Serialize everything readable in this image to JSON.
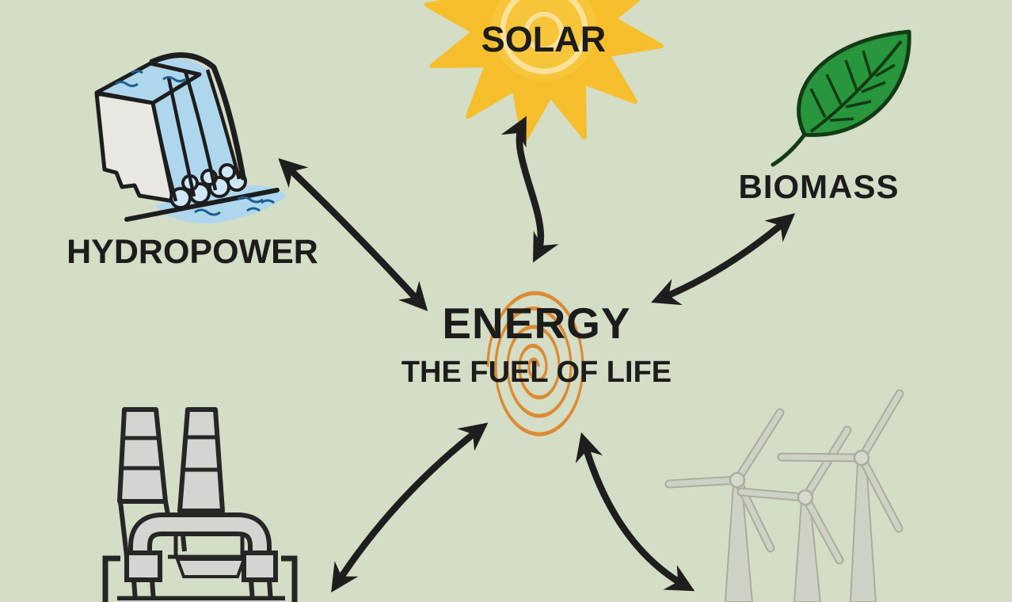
{
  "center": {
    "heading": "ENERGY",
    "subheading": "THE FUEL OF LIFE",
    "icon": "energy-spiral-icon"
  },
  "nodes": {
    "solar": {
      "label": "SOLAR",
      "icon": "sun-icon"
    },
    "biomass": {
      "label": "BIOMASS",
      "icon": "leaf-icon"
    },
    "hydropower": {
      "label": "HYDROPOWER",
      "icon": "dam-waterfall-icon"
    },
    "power_plant": {
      "icon": "power-plant-icon"
    },
    "wind": {
      "icon": "wind-turbines-icon"
    }
  },
  "connections": [
    {
      "from": "solar",
      "to": "energy",
      "style": "double-headed-curved-arrow"
    },
    {
      "from": "hydropower",
      "to": "energy",
      "style": "double-headed-curved-arrow"
    },
    {
      "from": "biomass",
      "to": "energy",
      "style": "double-headed-curved-arrow"
    },
    {
      "from": "power-plant",
      "to": "energy",
      "style": "double-headed-curved-arrow"
    },
    {
      "from": "wind-turbines",
      "to": "energy",
      "style": "double-headed-curved-arrow"
    }
  ],
  "colors": {
    "background": "#d4ddc5",
    "label_text": "#1c1c1c",
    "arrow": "#1e1e1e",
    "sun_yellow": "#f6be2b",
    "sun_ring": "#fbe19a",
    "leaf_green": "#27963c",
    "leaf_outline": "#123b15",
    "water_blue": "#aed7ee",
    "foam_blue": "#cfe8f7",
    "dam_grey": "#e9e7e1",
    "plant_grey": "#d4d4d0",
    "plant_outline": "#262626",
    "turbine_grey": "#cdd2c4",
    "turbine_outline": "#a9ae9f",
    "spiral_orange": "#dc8a35"
  }
}
